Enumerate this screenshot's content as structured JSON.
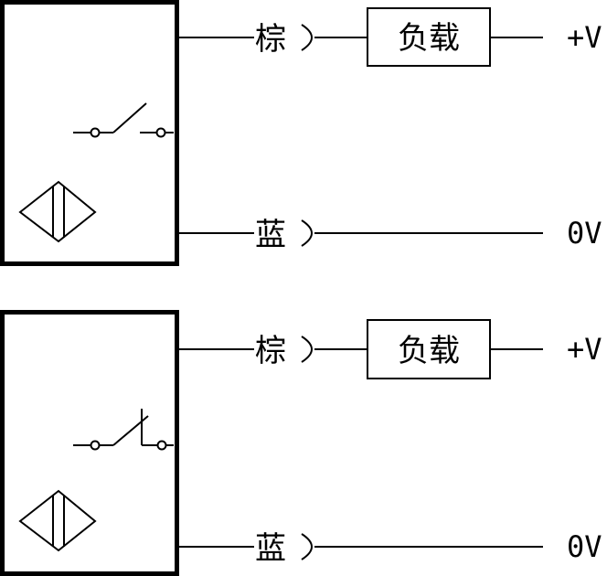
{
  "circuits": [
    {
      "switch_type": "normally-open",
      "brown_label": "棕",
      "load_label": "负载",
      "plus_label": "+V",
      "blue_label": "蓝",
      "zero_label": "0V"
    },
    {
      "switch_type": "normally-closed",
      "brown_label": "棕",
      "load_label": "负载",
      "plus_label": "+V",
      "blue_label": "蓝",
      "zero_label": "0V"
    }
  ]
}
